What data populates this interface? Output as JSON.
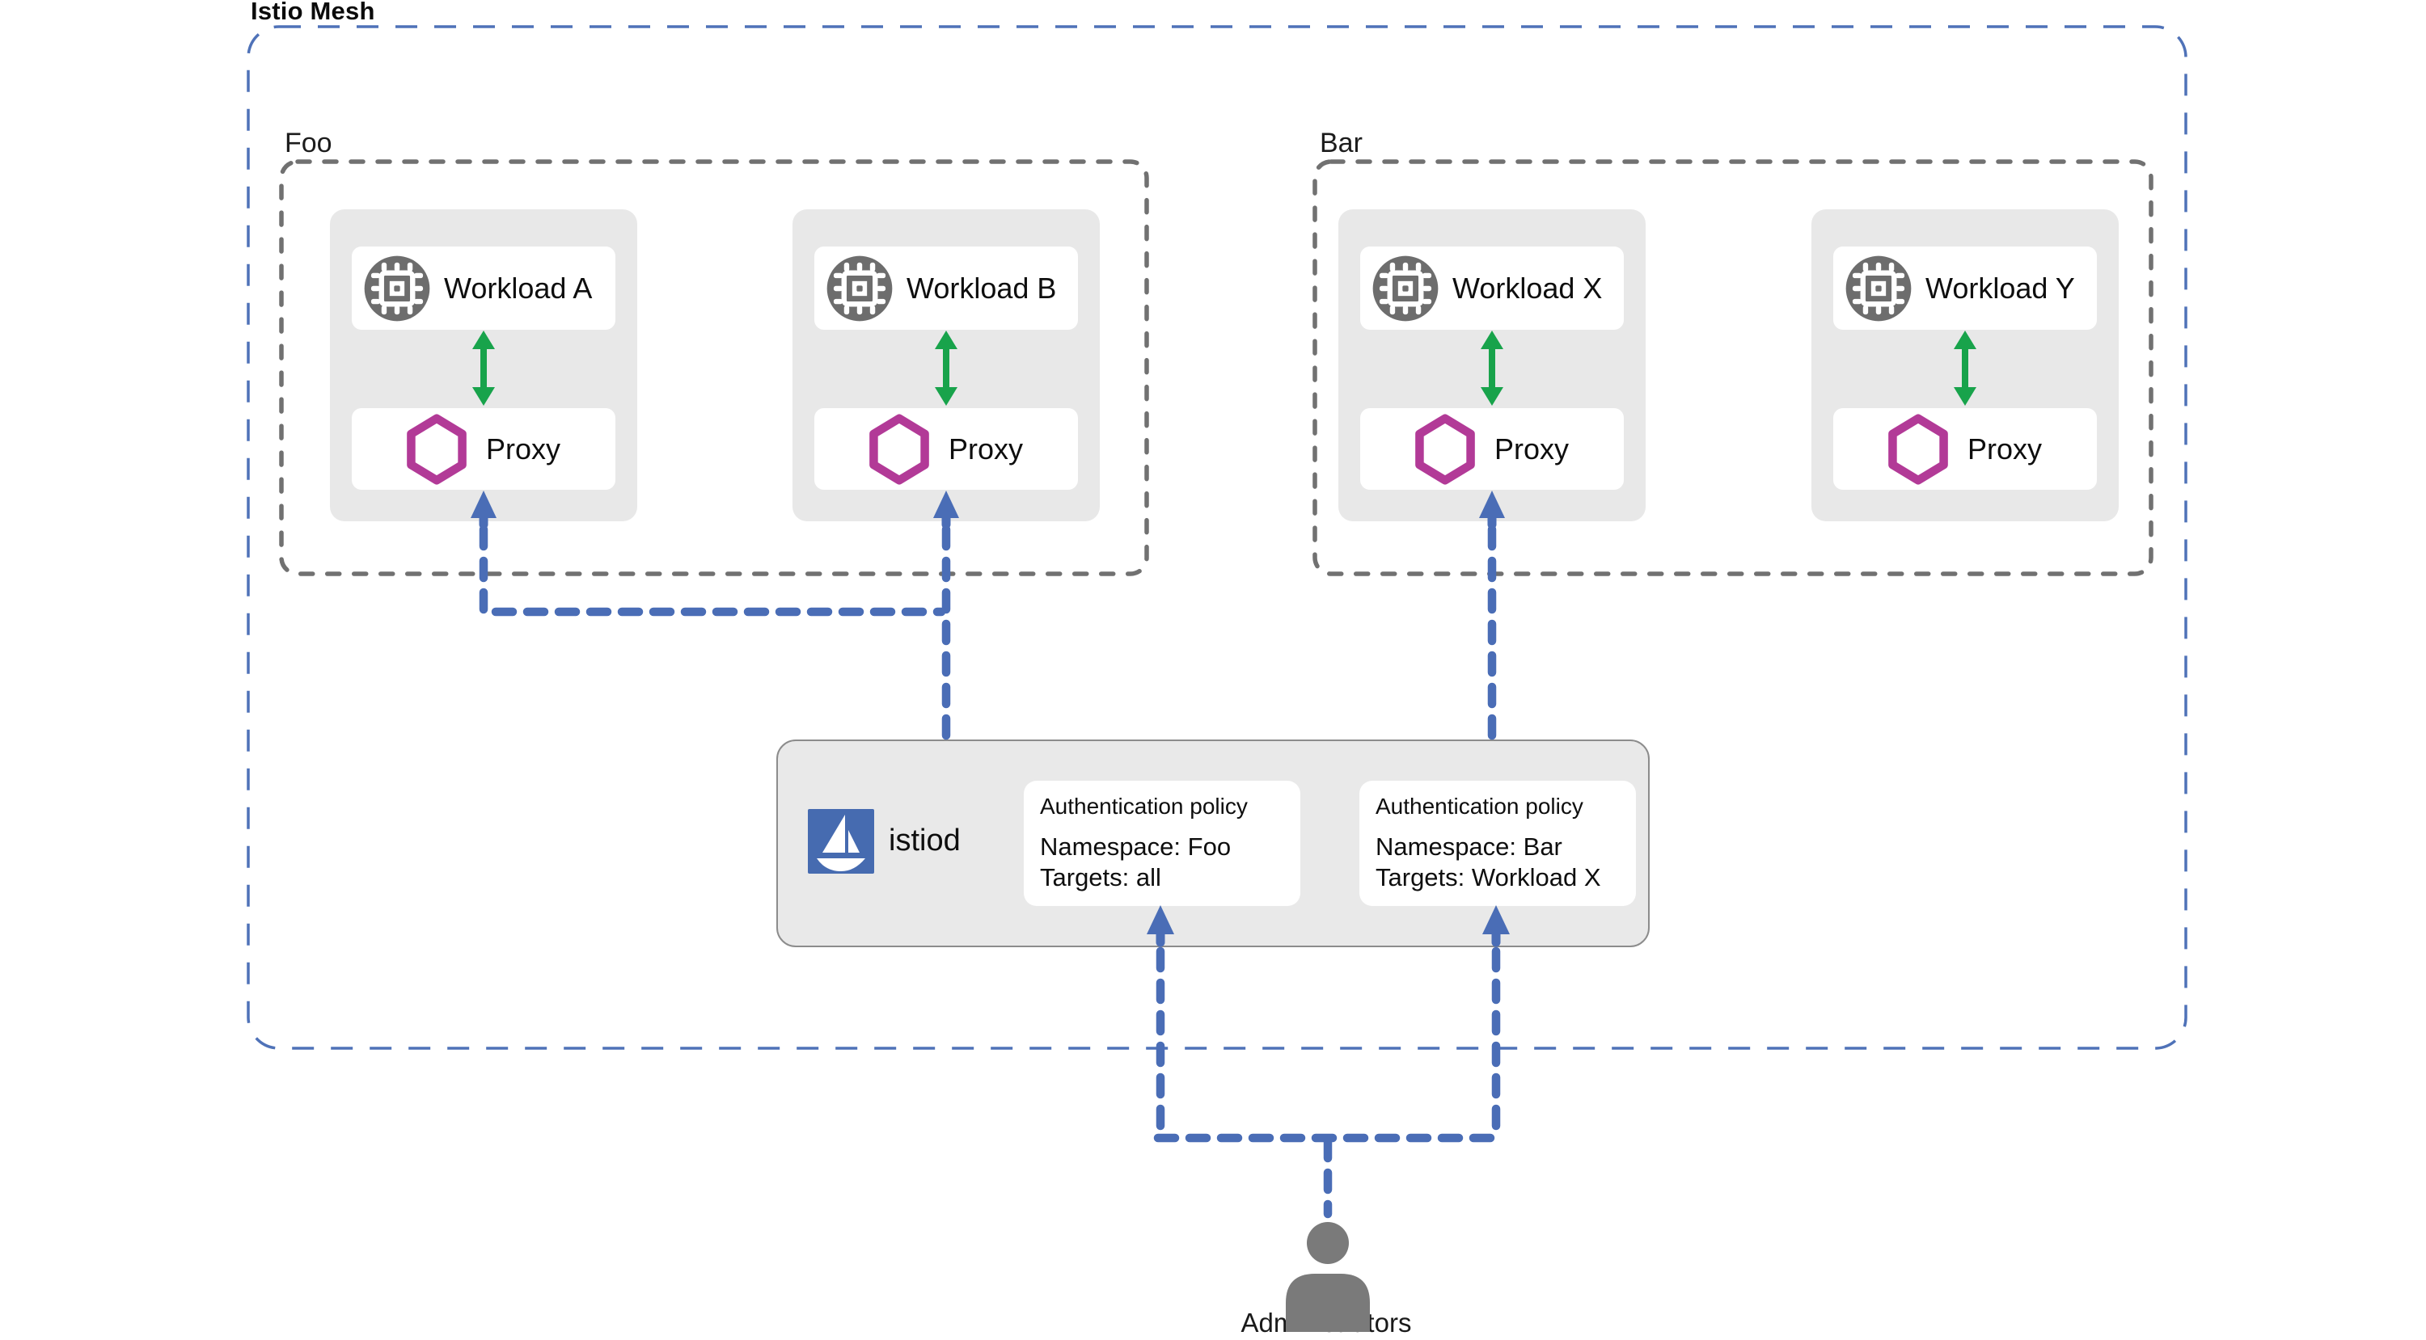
{
  "diagram": {
    "title": "Istio Mesh",
    "namespaces": [
      {
        "label": "Foo"
      },
      {
        "label": "Bar"
      }
    ],
    "workloads": [
      {
        "label": "Workload A",
        "proxy_label": "Proxy",
        "namespace": "Foo"
      },
      {
        "label": "Workload B",
        "proxy_label": "Proxy",
        "namespace": "Foo"
      },
      {
        "label": "Workload X",
        "proxy_label": "Proxy",
        "namespace": "Bar"
      },
      {
        "label": "Workload Y",
        "proxy_label": "Proxy",
        "namespace": "Bar"
      }
    ],
    "istiod": {
      "label": "istiod",
      "policies": [
        {
          "title": "Authentication policy",
          "line1": "Namespace: Foo",
          "line2": "Targets: all"
        },
        {
          "title": "Authentication policy",
          "line1": "Namespace: Bar",
          "line2": "Targets: Workload X"
        }
      ]
    },
    "administrators": {
      "label": "Administrators"
    },
    "icons": {
      "workload": "cpu-chip-icon",
      "proxy": "hexagon-icon",
      "istiod": "istio-sailboat-icon",
      "administrators": "person-icon"
    },
    "colors": {
      "mesh_border": "#4f72b8",
      "namespace_border": "#717171",
      "container_bg": "#e8e8e8",
      "card_bg": "#ffffff",
      "workload_icon": "#6d6d6d",
      "proxy_hexagon": "#b23a97",
      "arrow_green": "#18a34b",
      "arrow_blue": "#4a6db6",
      "istio_blue": "#466bb0",
      "istiod_bg": "#e9e9e9",
      "istiod_border": "#8c8c8c",
      "person": "#7a7a7a",
      "text": "#0e0e0e"
    }
  }
}
